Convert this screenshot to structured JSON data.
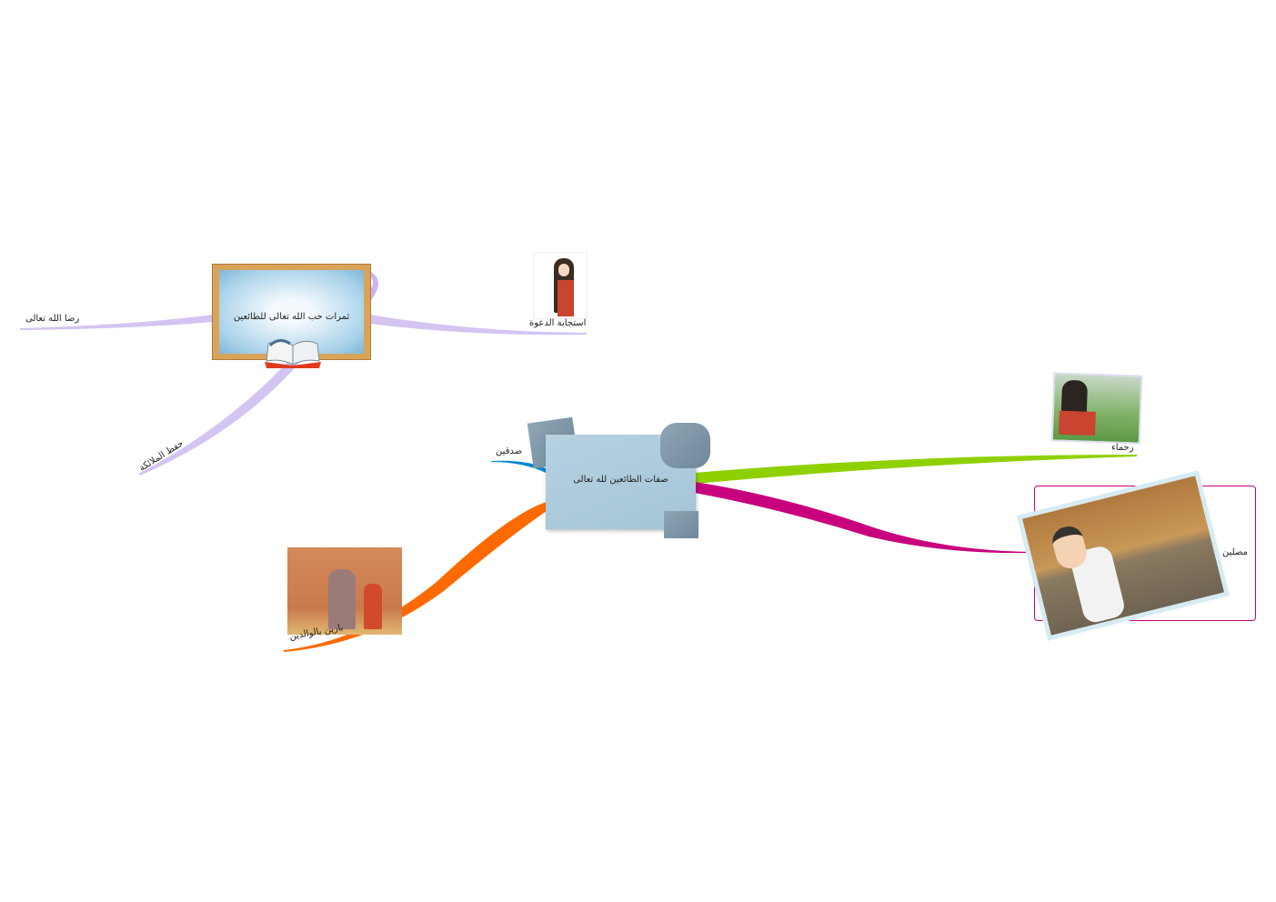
{
  "central_topic": "صفات الطائعين لله تعالى",
  "subtopic": {
    "title": "ثمرات حب الله تعالى للطائعين",
    "children": [
      "رضا الله تعالى",
      "استجابة الدعوة",
      "حفظ الملائكة"
    ]
  },
  "branches": [
    {
      "label": "صدقين",
      "color": "#0a85d0"
    },
    {
      "label": "بارين بالوالدين",
      "color": "#ff6a00"
    },
    {
      "label": "رحماء",
      "color": "#8fd000"
    },
    {
      "label": "مصلين",
      "color": "#c7007e"
    }
  ],
  "subtopic_branch_color": "#d3c4f2"
}
